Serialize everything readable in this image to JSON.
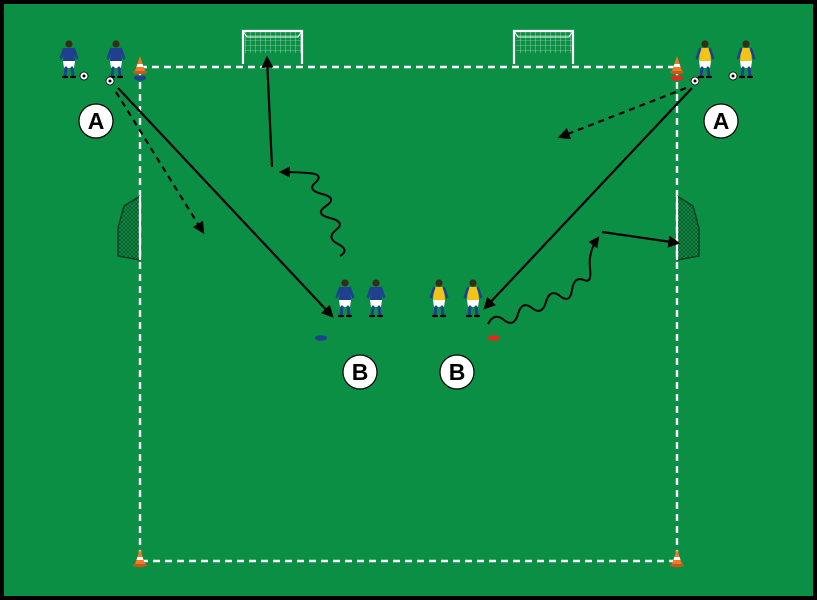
{
  "colors": {
    "pitch": "#0b8f45",
    "border": "#000000",
    "line": "#ffffff",
    "arrow": "#000000",
    "team_a": "#1f3f8f",
    "team_b": "#f2c417",
    "cone": "#f07a2a",
    "marker_blue": "#1f3f8f",
    "marker_red": "#e02a1a"
  },
  "labels": {
    "group_a_left": "A",
    "group_a_right": "A",
    "group_b_left": "B",
    "group_b_right": "B"
  },
  "icons": {
    "goal": "goal-icon",
    "cone": "cone-icon",
    "marker": "disc-marker-icon",
    "ball": "ball-icon",
    "player": "player-icon"
  }
}
